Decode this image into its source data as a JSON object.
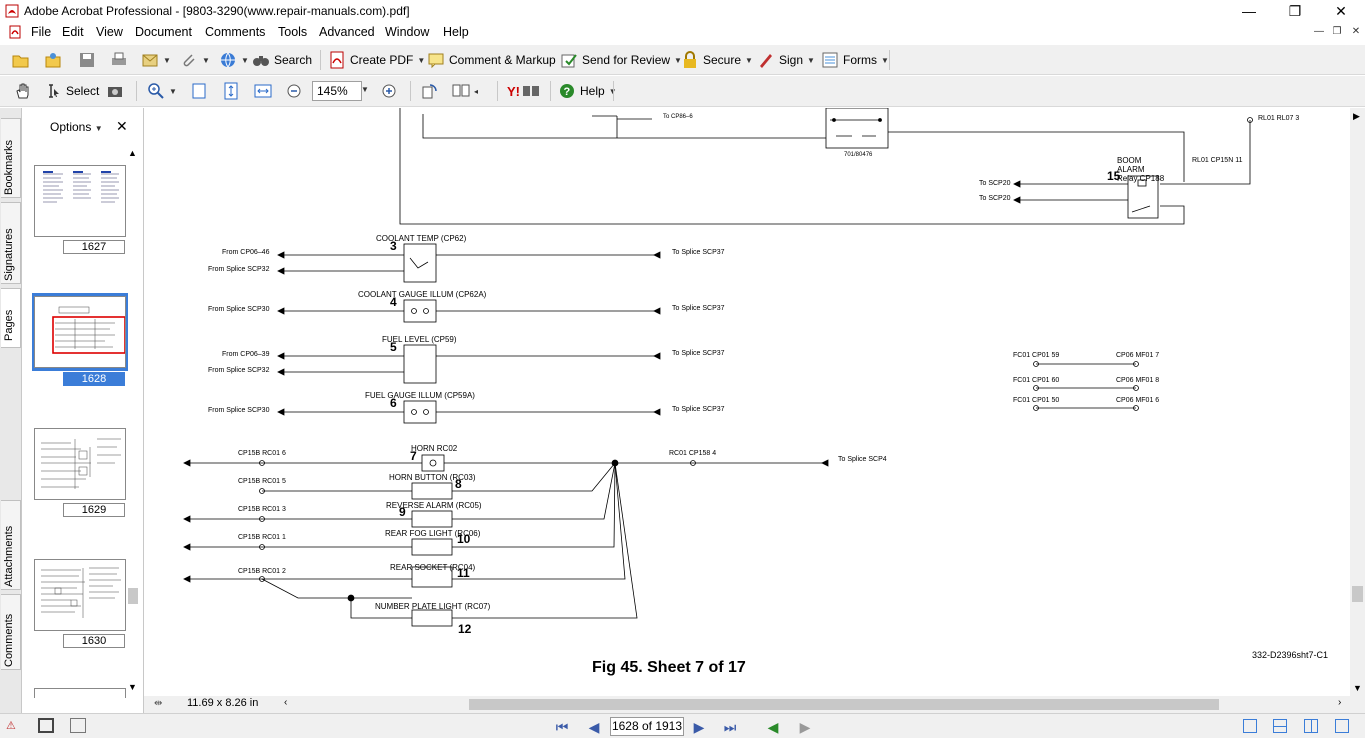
{
  "window": {
    "title": "Adobe Acrobat Professional - [9803-3290(www.repair-manuals.com).pdf]",
    "minimize": "—",
    "restore": "❐",
    "close": "✕"
  },
  "menu": [
    "File",
    "Edit",
    "View",
    "Document",
    "Comments",
    "Tools",
    "Advanced",
    "Window",
    "Help"
  ],
  "toolbar1": {
    "search": "Search",
    "create_pdf": "Create PDF",
    "comment_markup": "Comment & Markup",
    "send_review": "Send for Review",
    "secure": "Secure",
    "sign": "Sign",
    "forms": "Forms"
  },
  "toolbar2": {
    "select": "Select",
    "zoom": "145%",
    "help": "Help"
  },
  "nav_tabs": [
    "Bookmarks",
    "Signatures",
    "Pages",
    "Attachments",
    "Comments"
  ],
  "thumbs": {
    "options": "Options",
    "pages": [
      "1627",
      "1628",
      "1629",
      "1630"
    ],
    "selected": "1628"
  },
  "schematic": {
    "components": [
      {
        "num": "3",
        "label": "COOLANT TEMP (CP62)"
      },
      {
        "num": "4",
        "label": "COOLANT GAUGE ILLUM (CP62A)"
      },
      {
        "num": "5",
        "label": "FUEL LEVEL (CP59)"
      },
      {
        "num": "6",
        "label": "FUEL GAUGE ILLUM (CP59A)"
      },
      {
        "num": "7",
        "label": "HORN RC02"
      },
      {
        "num": "8",
        "label": "HORN BUTTON (RC03)"
      },
      {
        "num": "9",
        "label": "REVERSE ALARM (RC05)"
      },
      {
        "num": "10",
        "label": "REAR FOG LIGHT (RC06)"
      },
      {
        "num": "11",
        "label": "REAR SOCKET (RC04)"
      },
      {
        "num": "12",
        "label": "NUMBER PLATE LIGHT (RC07)"
      },
      {
        "num": "15",
        "label": "BOOM ALARM Relay CP188"
      }
    ],
    "texts": {
      "from_cp06_46": "From CP06–46",
      "from_splice_scp32": "From Splice SCP32",
      "from_splice_scp30": "From Splice SCP30",
      "from_cp06_39": "From CP06–39",
      "from_splice_scp32b": "From Splice SCP32",
      "from_splice_scp30b": "From Splice SCP30",
      "to_splice_scp37": "To Splice SCP37",
      "to_splice_scp4": "To Splice SCP4",
      "to_scp20": "To SCP20",
      "to_cp86": "To CP86–6",
      "rl01_rl07": "RL01 RL07 3",
      "rl01_cp15n": "RL01 CP15N 11",
      "relay_part": "701/80476",
      "cp15b_6": "CP15B RC01 6",
      "cp15b_5": "CP15B RC01 5",
      "cp15b_3": "CP15B RC01 3",
      "cp15b_1": "CP15B RC01 1",
      "cp15b_2": "CP15B RC01 2",
      "rc01_cp158": "RC01 CP158 4",
      "fc01_59": "FC01 CP01 59",
      "fc01_60": "FC01 CP01 60",
      "fc01_50": "FC01 CP01 50",
      "cp06_7": "CP06 MF01 7",
      "cp06_8": "CP06 MF01 8",
      "cp06_6": "CP06 MF01 6",
      "fig_caption": "Fig 45. Sheet 7 of 17",
      "drawing_ref": "332-D2396sht7-C1"
    }
  },
  "status": {
    "page_size": "11.69 x 8.26 in",
    "page_box": "1628 of 1913"
  }
}
